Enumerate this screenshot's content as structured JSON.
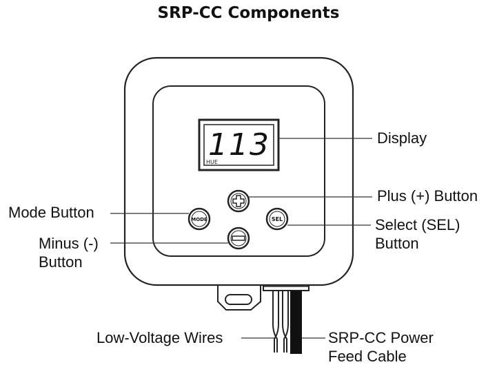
{
  "title": "SRP-CC Components",
  "display": {
    "digits": "113",
    "mode_text": "HUE"
  },
  "buttons": {
    "mode": "MODE",
    "select": "SEL"
  },
  "labels": {
    "display": "Display",
    "plus_button": "Plus (+) Button",
    "mode_button": "Mode Button",
    "select_button_line1": "Select (SEL)",
    "select_button_line2": "Button",
    "minus_button_line1": "Minus (-)",
    "minus_button_line2": "Button",
    "low_voltage_wires": "Low-Voltage Wires",
    "power_feed_line1": "SRP-CC Power",
    "power_feed_line2": "Feed Cable"
  }
}
